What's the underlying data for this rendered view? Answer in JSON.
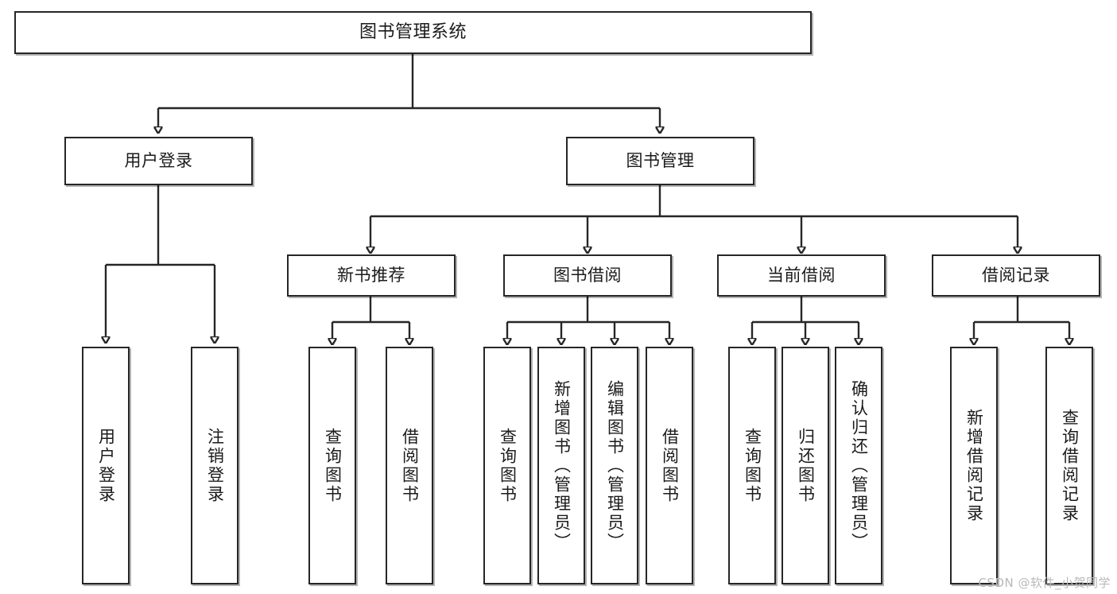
{
  "diagram": {
    "title": "图书管理系统",
    "type": "tree",
    "watermark": "CSDN @软件_小贺同学",
    "nodes": {
      "root": {
        "label": "图书管理系统"
      },
      "level2": [
        {
          "label": "用户登录"
        },
        {
          "label": "图书管理"
        }
      ],
      "level3": [
        {
          "label": "新书推荐"
        },
        {
          "label": "图书借阅"
        },
        {
          "label": "当前借阅"
        },
        {
          "label": "借阅记录"
        }
      ],
      "leaves_user_login": [
        {
          "label": "用户登录"
        },
        {
          "label": "注销登录"
        }
      ],
      "leaves_new_book": [
        {
          "label": "查询图书"
        },
        {
          "label": "借阅图书"
        }
      ],
      "leaves_borrow": [
        {
          "label": "查询图书"
        },
        {
          "label": "新增图书（管理员）"
        },
        {
          "label": "编辑图书（管理员）"
        },
        {
          "label": "借阅图书"
        }
      ],
      "leaves_current": [
        {
          "label": "查询图书"
        },
        {
          "label": "归还图书"
        },
        {
          "label": "确认归还（管理员）"
        }
      ],
      "leaves_records": [
        {
          "label": "新增借阅记录"
        },
        {
          "label": "查询借阅记录"
        }
      ]
    },
    "colors": {
      "stroke": "#262626",
      "fill": "#ffffff",
      "text": "#1b1b1b",
      "watermark": "#b9b9b9"
    }
  }
}
